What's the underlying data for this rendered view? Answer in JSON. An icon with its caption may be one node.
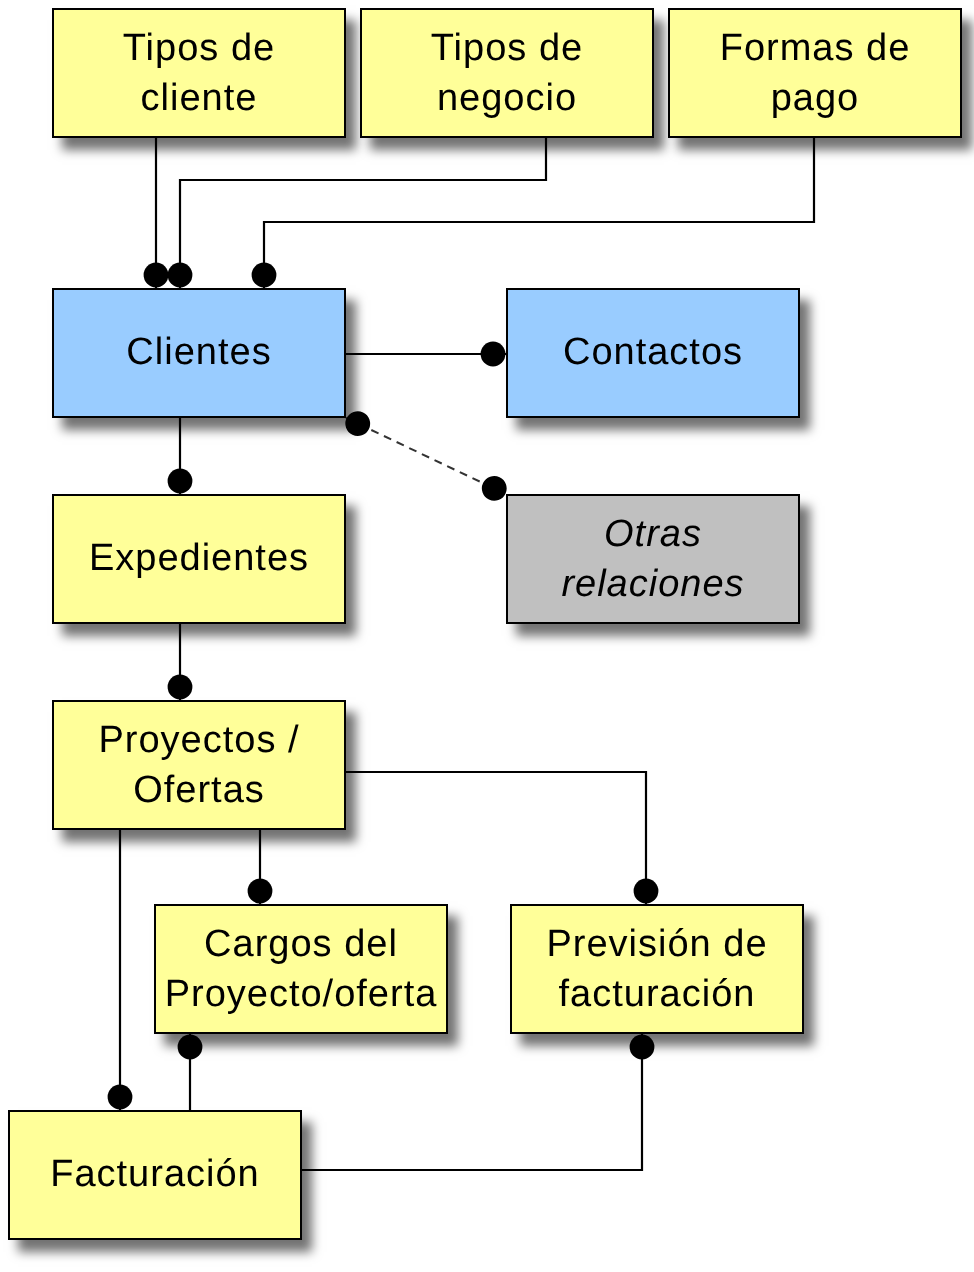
{
  "diagram": {
    "nodes": [
      {
        "text": [
          "Tipos de cliente"
        ]
      },
      {
        "text": [
          "Tipos de negocio"
        ]
      },
      {
        "text": [
          "Formas de pago"
        ]
      },
      {
        "text": [
          "Clientes"
        ]
      },
      {
        "text": [
          "Contactos"
        ]
      },
      {
        "text": [
          "Expedientes"
        ]
      },
      {
        "text": [
          "Otras relaciones"
        ]
      },
      {
        "text": [
          "Proyectos / Ofertas"
        ]
      },
      {
        "text": [
          "Cargos del Proyecto/oferta"
        ]
      },
      {
        "text": [
          "Previsión de facturación"
        ]
      },
      {
        "text": [
          "Facturación"
        ]
      }
    ],
    "edges": [
      {
        "from": 0,
        "to": 3,
        "arrow": "other"
      },
      {
        "from": 1,
        "to": 3,
        "arrow": "other"
      },
      {
        "from": 2,
        "to": 3,
        "arrow": "other"
      },
      {
        "from": 3,
        "to": 4,
        "arrow": "other"
      },
      {
        "from": 3,
        "to": 6,
        "arrow": "other",
        "style": "dashed"
      },
      {
        "from": 3,
        "to": 5,
        "arrow": "other"
      },
      {
        "from": 5,
        "to": 7,
        "arrow": "other"
      },
      {
        "from": 7,
        "to": 8,
        "arrow": "other"
      },
      {
        "from": 7,
        "to": 9,
        "arrow": "other"
      },
      {
        "from": 7,
        "to": 10,
        "arrow": "other"
      },
      {
        "from": 10,
        "to": 8,
        "arrow": "other"
      },
      {
        "from": 10,
        "to": 9,
        "arrow": "other"
      }
    ]
  }
}
